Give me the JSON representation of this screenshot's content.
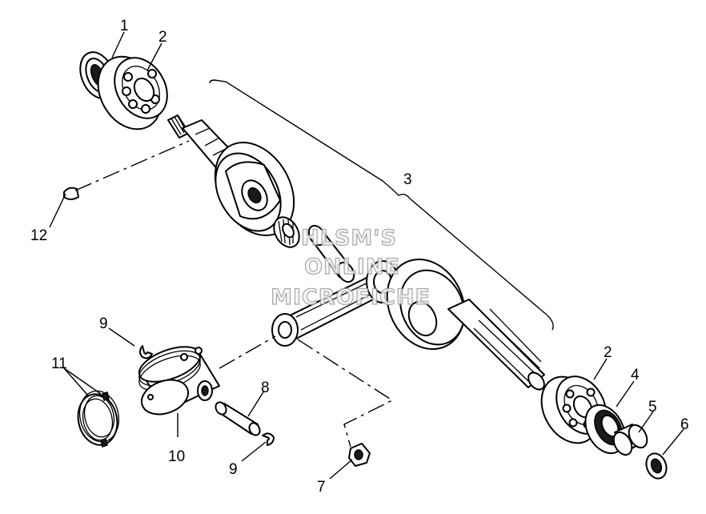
{
  "watermark": {
    "line1": "HLSM'S",
    "line2": "ONLINE",
    "line3": "MICROFICHE"
  },
  "callouts": {
    "c1": "1",
    "c2_top": "2",
    "c3": "3",
    "c12": "12",
    "c9_top": "9",
    "c11": "11",
    "c10": "10",
    "c8": "8",
    "c9_bottom": "9",
    "c7": "7",
    "c2_bottom": "2",
    "c4": "4",
    "c5": "5",
    "c6": "6"
  }
}
